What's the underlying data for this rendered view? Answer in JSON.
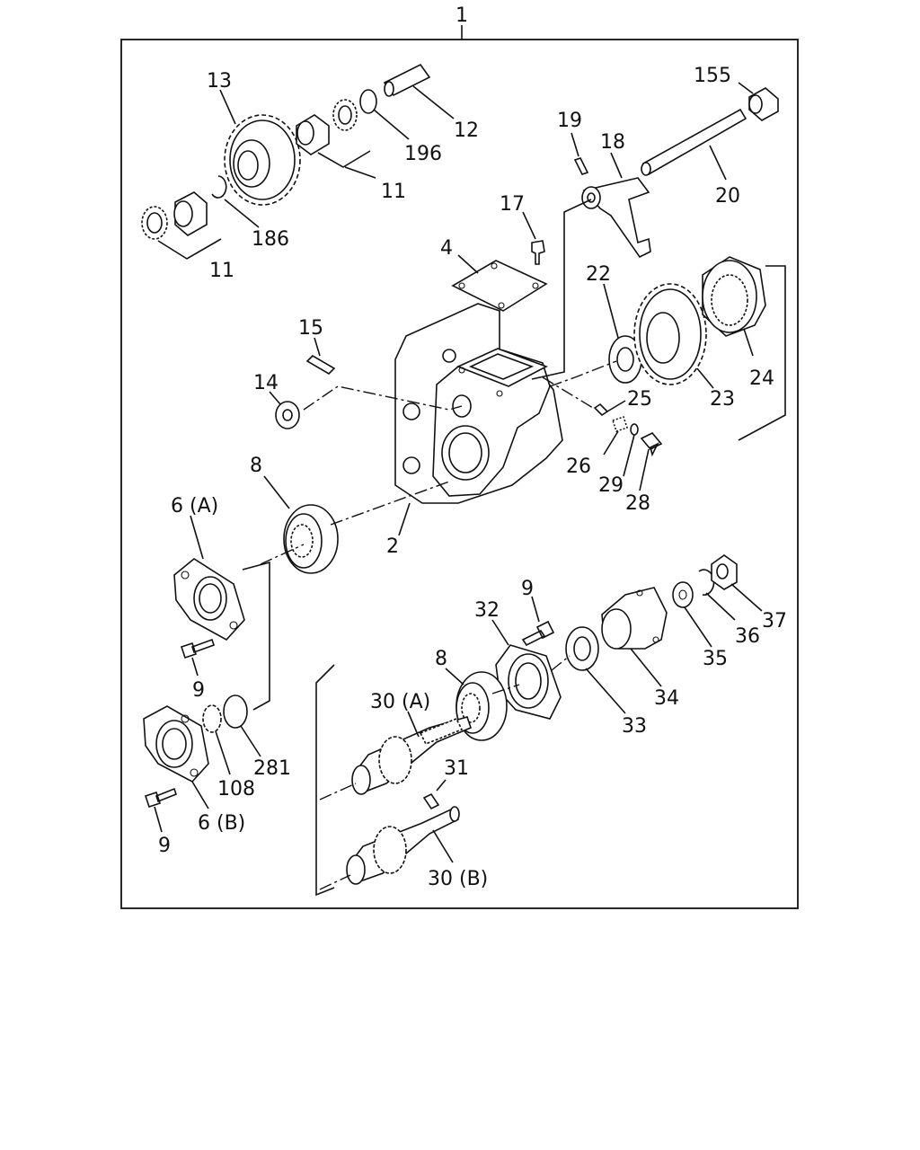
{
  "diagram": {
    "assembly_number": "1",
    "labels": {
      "p2": "2",
      "p4": "4",
      "p6a": "6 (A)",
      "p6b": "6 (B)",
      "p8a": "8",
      "p8b": "8",
      "p9a": "9",
      "p9b": "9",
      "p9c": "9",
      "p11a": "11",
      "p11b": "11",
      "p12": "12",
      "p13": "13",
      "p14": "14",
      "p15": "15",
      "p17": "17",
      "p18": "18",
      "p19": "19",
      "p20": "20",
      "p22": "22",
      "p23": "23",
      "p24": "24",
      "p25": "25",
      "p26": "26",
      "p28": "28",
      "p29": "29",
      "p30a": "30 (A)",
      "p30b": "30 (B)",
      "p31": "31",
      "p32": "32",
      "p33": "33",
      "p34": "34",
      "p35": "35",
      "p36": "36",
      "p37": "37",
      "p108": "108",
      "p155": "155",
      "p186": "186",
      "p196": "196",
      "p281": "281"
    }
  }
}
